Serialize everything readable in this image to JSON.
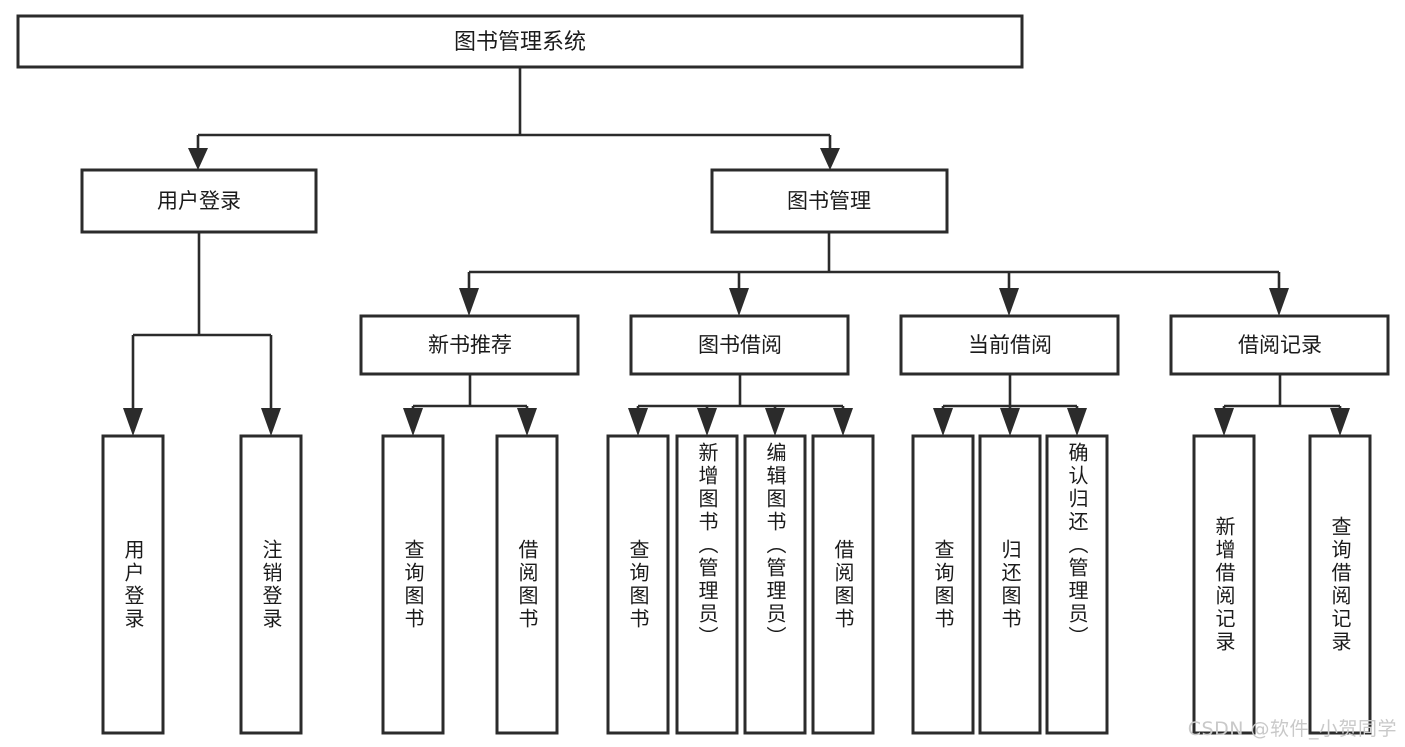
{
  "diagram": {
    "kind": "functional-structure-tree",
    "root": {
      "id": "root",
      "label": "图书管理系统"
    },
    "level2": [
      {
        "id": "user-login",
        "label": "用户登录"
      },
      {
        "id": "book-management",
        "label": "图书管理"
      }
    ],
    "level3": [
      {
        "id": "new-book-recommend",
        "label": "新书推荐",
        "parent": "book-management"
      },
      {
        "id": "book-borrow",
        "label": "图书借阅",
        "parent": "book-management"
      },
      {
        "id": "current-borrow",
        "label": "当前借阅",
        "parent": "book-management"
      },
      {
        "id": "borrow-record",
        "label": "借阅记录",
        "parent": "book-management"
      }
    ],
    "leaves": {
      "user_login": [
        {
          "id": "leaf-user-login",
          "label": "用户登录"
        },
        {
          "id": "leaf-logout-login",
          "label": "注销登录"
        }
      ],
      "new_book_recommend": [
        {
          "id": "leaf-query-book-1",
          "label": "查询图书"
        },
        {
          "id": "leaf-borrow-book-1",
          "label": "借阅图书"
        }
      ],
      "book_borrow": [
        {
          "id": "leaf-query-book-2",
          "label": "查询图书"
        },
        {
          "id": "leaf-add-book",
          "label": "新增图书（管理员）"
        },
        {
          "id": "leaf-edit-book",
          "label": "编辑图书（管理员）"
        },
        {
          "id": "leaf-borrow-book-2",
          "label": "借阅图书"
        }
      ],
      "current_borrow": [
        {
          "id": "leaf-query-book-3",
          "label": "查询图书"
        },
        {
          "id": "leaf-return-book",
          "label": "归还图书"
        },
        {
          "id": "leaf-confirm-return",
          "label": "确认归还（管理员）"
        }
      ],
      "borrow_record": [
        {
          "id": "leaf-add-record",
          "label": "新增借阅记录"
        },
        {
          "id": "leaf-query-record",
          "label": "查询借阅记录"
        }
      ]
    },
    "watermark": "CSDN @软件_小贺同学",
    "colors": {
      "box_stroke": "#2b2b2b",
      "box_fill": "#ffffff",
      "connector": "#2b2b2b",
      "text": "#1b1b1b",
      "watermark": "#c9c9c9",
      "background": "#ffffff"
    }
  }
}
